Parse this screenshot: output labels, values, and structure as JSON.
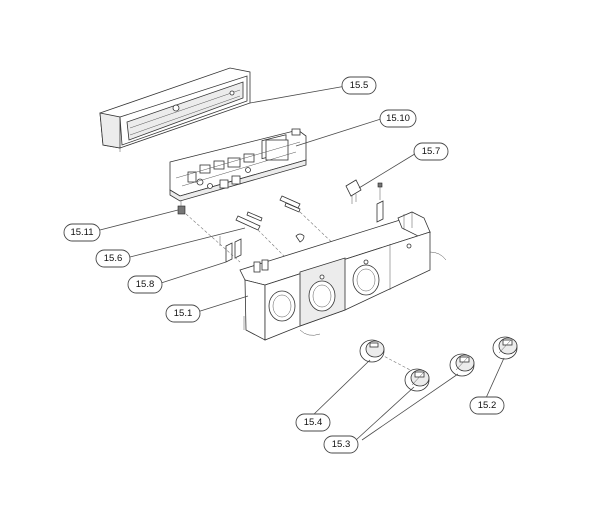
{
  "diagram": {
    "labels": [
      {
        "id": "15.5"
      },
      {
        "id": "15.10"
      },
      {
        "id": "15.7"
      },
      {
        "id": "15.11"
      },
      {
        "id": "15.6"
      },
      {
        "id": "15.8"
      },
      {
        "id": "15.1"
      },
      {
        "id": "15.4"
      },
      {
        "id": "15.3"
      },
      {
        "id": "15.2"
      }
    ]
  }
}
